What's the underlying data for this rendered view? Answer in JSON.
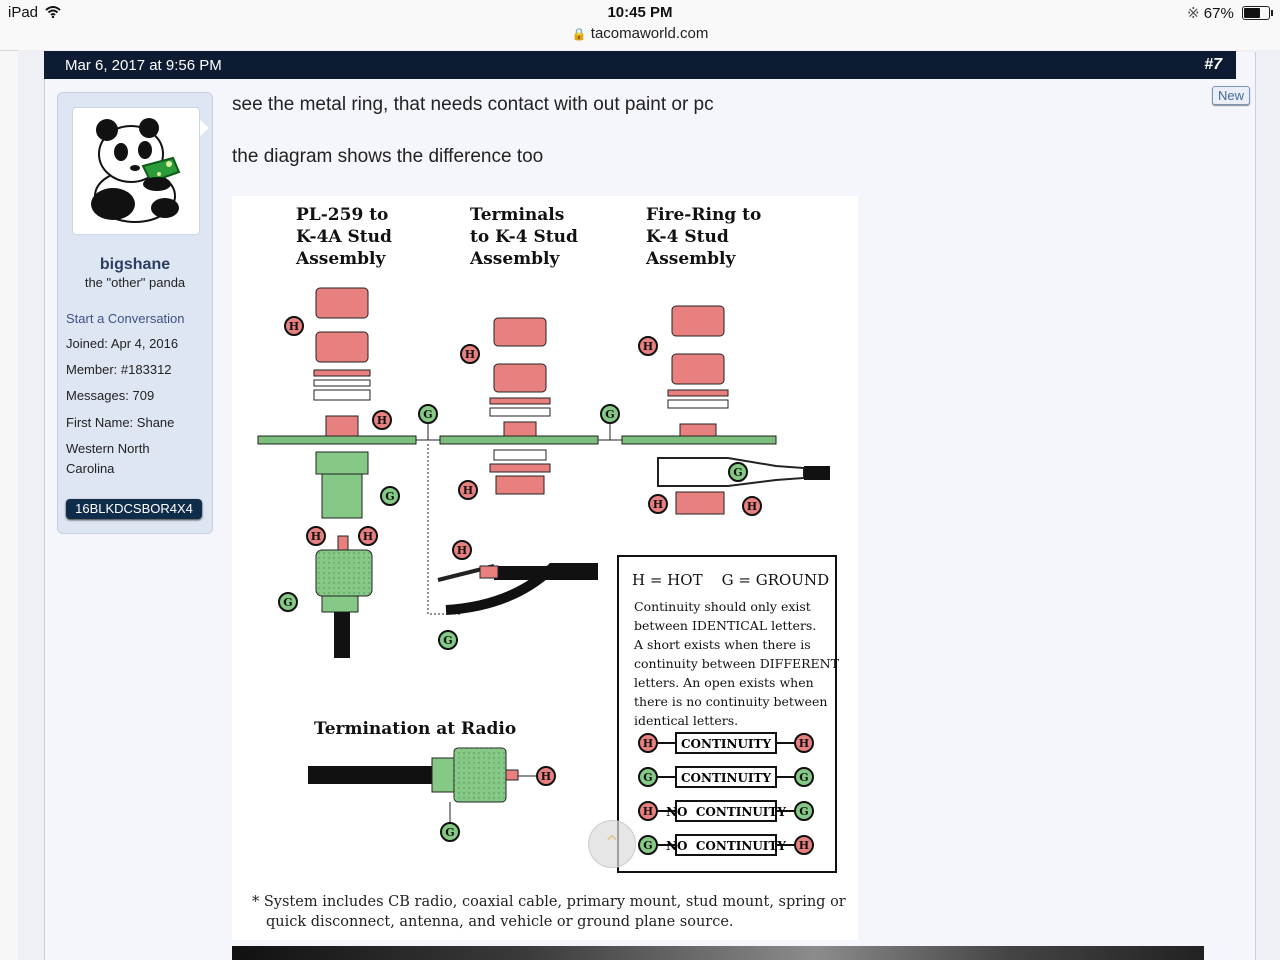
{
  "status_bar": {
    "device": "iPad",
    "time": "10:45 PM",
    "url": "tacomaworld.com",
    "battery": "67%",
    "battery_level": 0.67
  },
  "post": {
    "date": "Mar 6, 2017 at 9:56 PM",
    "number": "#7",
    "new_badge": "New",
    "message_lines": [
      "see the metal ring, that needs contact with out paint or pc",
      "the diagram shows the difference too"
    ]
  },
  "user": {
    "name": "bigshane",
    "title": "the \"other\" panda",
    "start_conversation": "Start a Conversation",
    "joined_label": "Joined:",
    "joined": "Apr 4, 2016",
    "member_label": "Member:",
    "member": "#183312",
    "messages_label": "Messages:",
    "messages": "709",
    "first_name_label": "First Name:",
    "first_name": "Shane",
    "location": "Western North Carolina",
    "badge": "16BLKDCSBOR4X4"
  },
  "diagram": {
    "titles": [
      [
        "PL-259 to",
        "K-4A Stud",
        "Assembly"
      ],
      [
        "Terminals",
        "to K-4 Stud",
        "Assembly"
      ],
      [
        "Fire-Ring to",
        "K-4 Stud",
        "Assembly"
      ]
    ],
    "termination_title": "Termination at Radio",
    "hot_label": "H",
    "ground_label": "G",
    "legend_heading": "H = HOT    G = GROUND",
    "legend_text": [
      "Continuity should only exist",
      "between IDENTICAL letters.",
      "A short exists when there is",
      "continuity between DIFFERENT",
      "letters.  An open exists when",
      "there is no continuity between",
      "identical letters."
    ],
    "continuity_rows": [
      {
        "left": "H",
        "label": "CONTINUITY",
        "right": "H"
      },
      {
        "left": "G",
        "label": "CONTINUITY",
        "right": "G"
      },
      {
        "left": "H",
        "label": "NO  CONTINUITY",
        "right": "G"
      },
      {
        "left": "G",
        "label": "NO  CONTINUITY",
        "right": "H"
      }
    ],
    "footnote": [
      "* System includes CB radio, coaxial cable, primary mount, stud mount, spring or",
      "quick disconnect, antenna, and vehicle or ground plane source."
    ],
    "colors": {
      "hot": "#e88080",
      "ground": "#86c986",
      "plane": "#7cbf7c"
    }
  }
}
